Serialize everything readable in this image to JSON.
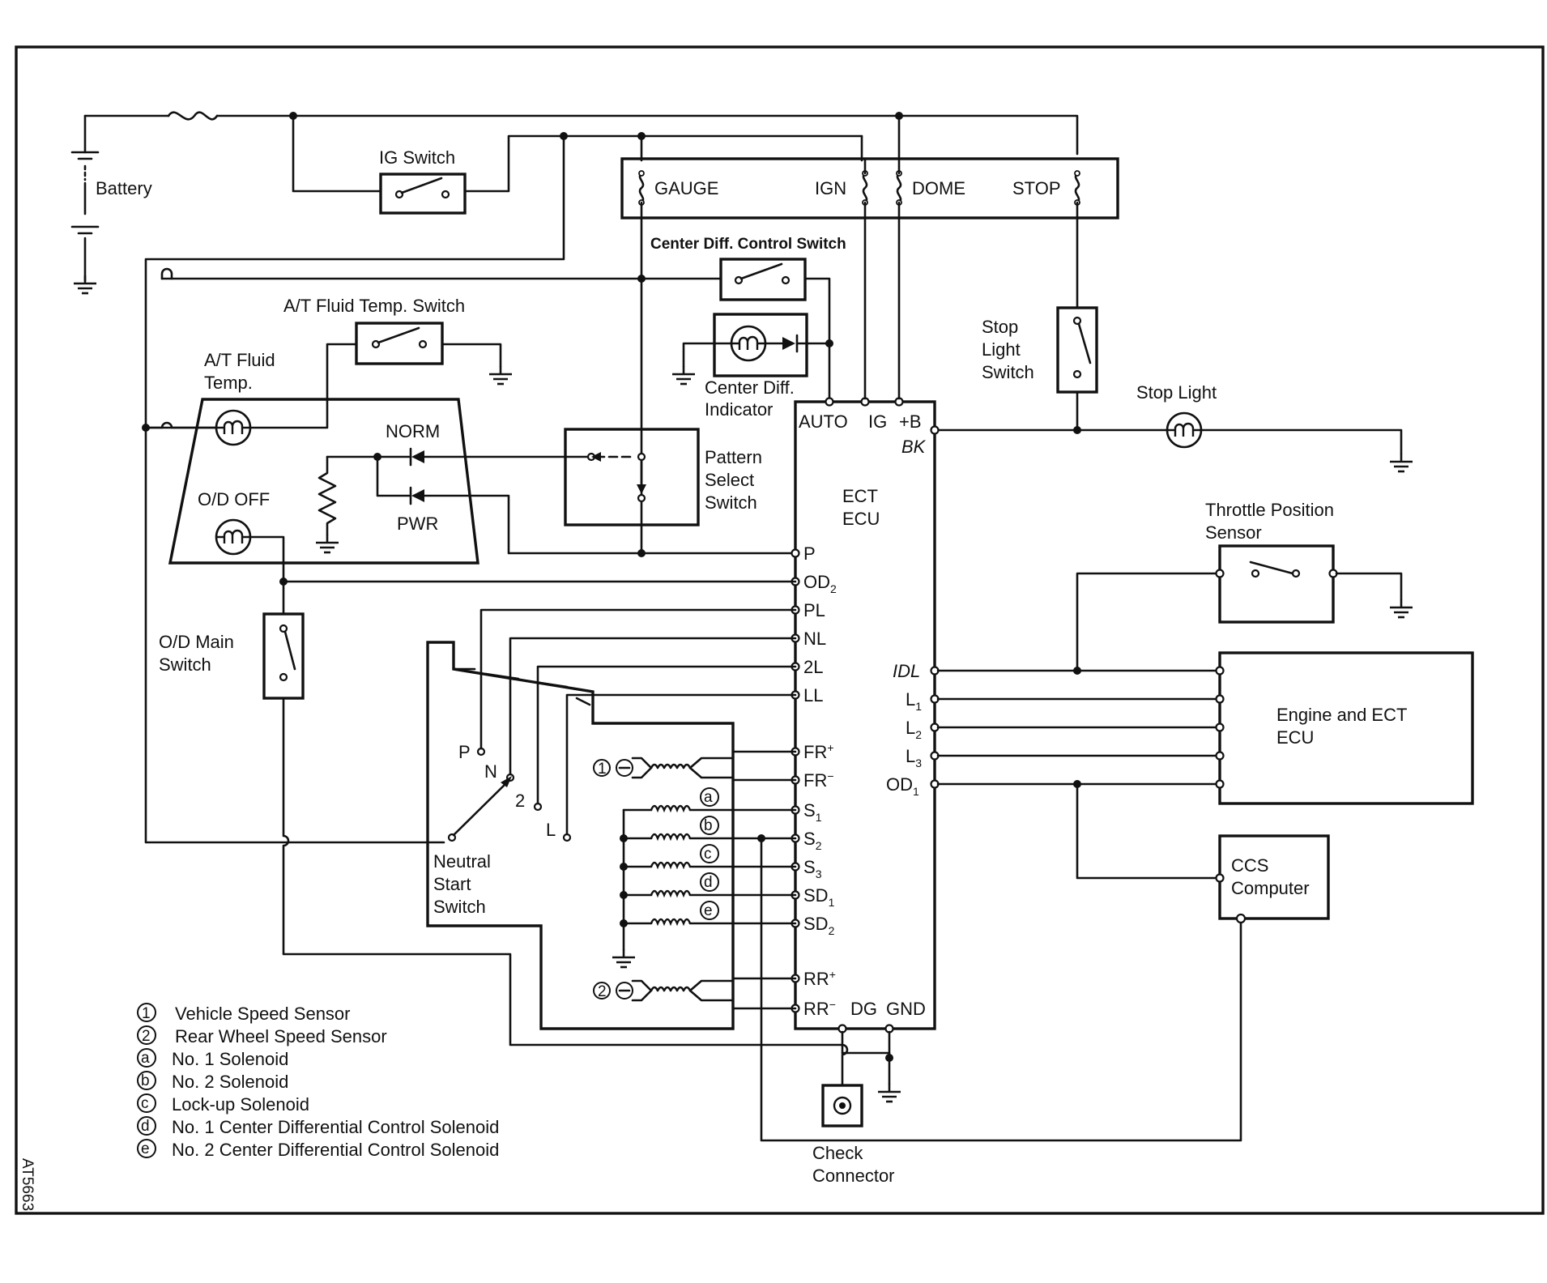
{
  "components": {
    "battery": "Battery",
    "ig_switch": "IG Switch",
    "fuse_gauge": "GAUGE",
    "fuse_ign": "IGN",
    "fuse_dome": "DOME",
    "fuse_stop": "STOP",
    "center_diff_control_switch": "Center Diff. Control Switch",
    "center_diff_indicator": "Center Diff.\nIndicator",
    "at_fluid_temp_switch": "A/T Fluid Temp. Switch",
    "at_fluid_temp": "A/T Fluid\nTemp.",
    "norm": "NORM",
    "pwr": "PWR",
    "od_off": "O/D OFF",
    "pattern_select_switch": "Pattern\nSelect\nSwitch",
    "od_main_switch": "O/D Main\nSwitch",
    "neutral_start_switch": "Neutral\nStart\nSwitch",
    "stop_light_switch": "Stop\nLight\nSwitch",
    "stop_light": "Stop Light",
    "throttle_position_sensor": "Throttle Position\nSensor",
    "ect_ecu": "ECT\nECU",
    "engine_ect_ecu": "Engine and ECT\nECU",
    "ccs_computer": "CCS\nComputer",
    "check_connector": "Check\nConnector",
    "shift_positions": [
      "P",
      "N",
      "2",
      "L"
    ]
  },
  "ecu_terminals": {
    "top": [
      "AUTO",
      "IG",
      "+B"
    ],
    "bk": "BK",
    "left": [
      "P",
      "OD2",
      "PL",
      "NL",
      "2L",
      "LL",
      "FR+",
      "FR-",
      "S1",
      "S2",
      "S3",
      "SD1",
      "SD2",
      "RR+",
      "RR-"
    ],
    "bottom": [
      "DG",
      "GND"
    ],
    "right": [
      "IDL",
      "L1",
      "L2",
      "L3",
      "OD1"
    ]
  },
  "solenoid_marks": [
    "a",
    "b",
    "c",
    "d",
    "e"
  ],
  "sensor_marks": [
    "1",
    "2"
  ],
  "legend": [
    {
      "mark": "1",
      "text": "Vehicle Speed Sensor"
    },
    {
      "mark": "2",
      "text": "Rear Wheel Speed Sensor"
    },
    {
      "mark": "a",
      "text": "No. 1 Solenoid"
    },
    {
      "mark": "b",
      "text": "No. 2 Solenoid"
    },
    {
      "mark": "c",
      "text": "Lock-up Solenoid"
    },
    {
      "mark": "d",
      "text": "No. 1 Center Differential Control Solenoid"
    },
    {
      "mark": "e",
      "text": "No. 2 Center Differential Control Solenoid"
    }
  ],
  "figure_code": "AT5663"
}
